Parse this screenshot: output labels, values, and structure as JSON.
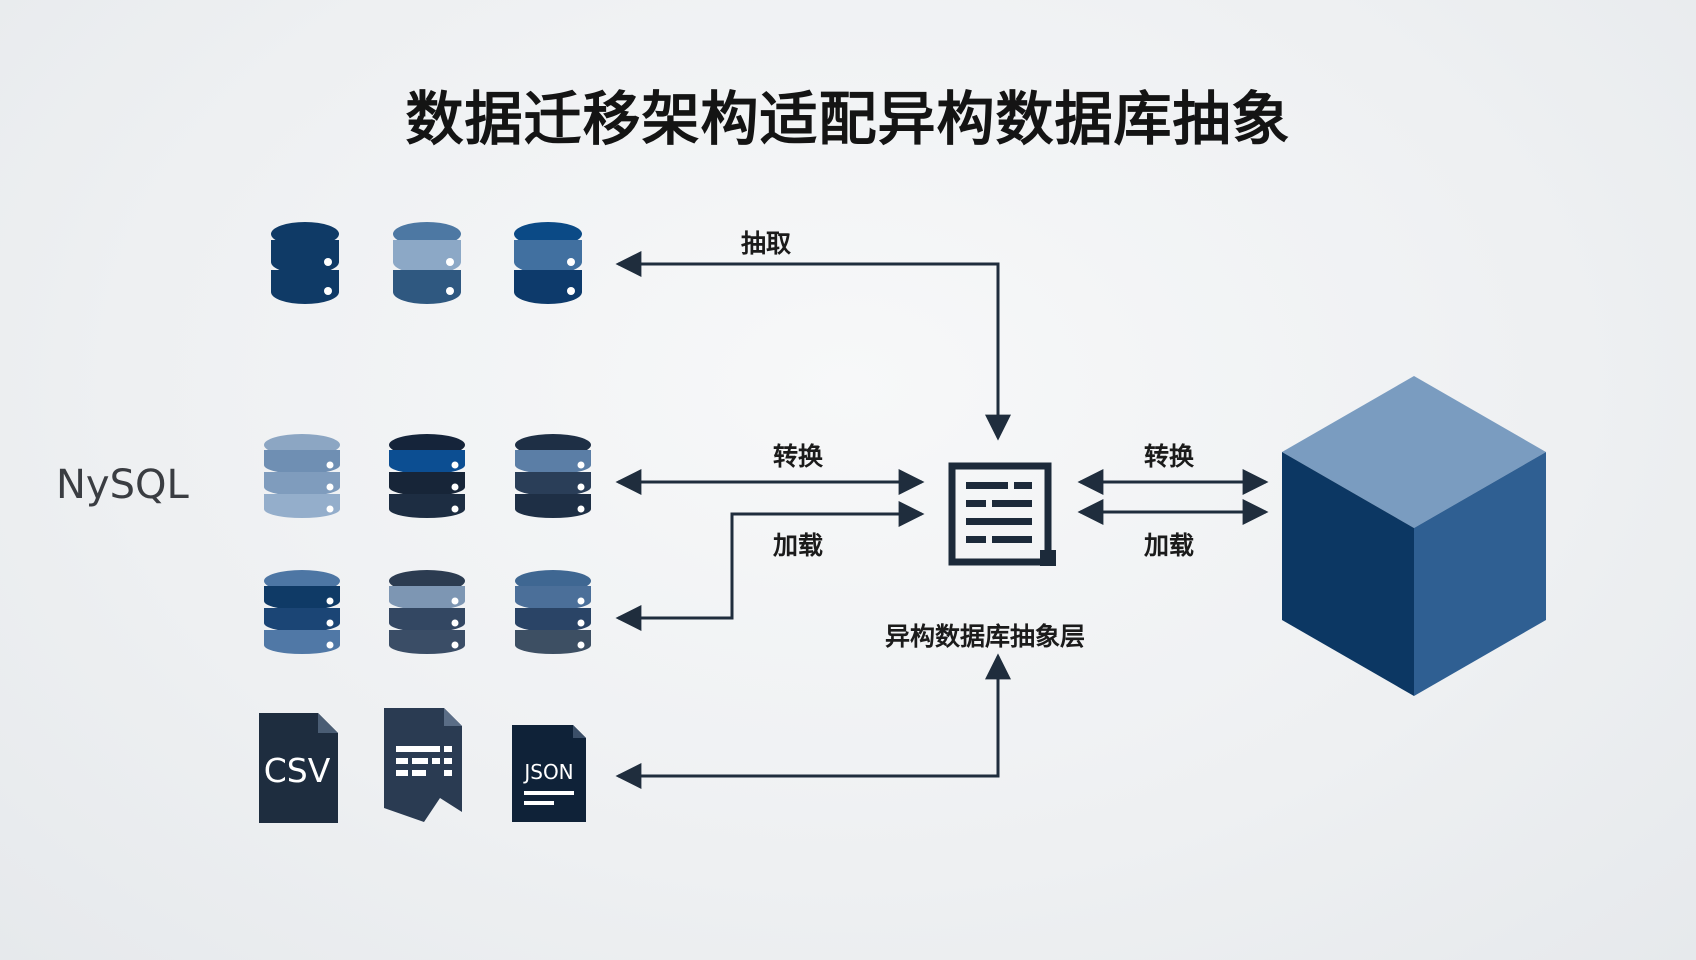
{
  "title": "数据迁移架构适配异构数据库抽象",
  "side_label": "NySQL",
  "edges": {
    "extract": "抽取",
    "transform_left": "转换",
    "load_left": "加载",
    "transform_right": "转换",
    "load_right": "加载"
  },
  "abstraction_layer": {
    "label": "异构数据库抽象层",
    "icon": "server-rack-icon"
  },
  "file_icons": {
    "csv": "CSV",
    "json": "JSON"
  },
  "target": {
    "icon": "cube-icon"
  },
  "colors": {
    "arrow": "#1f2d3d",
    "navy": "#0d3a6b",
    "dark": "#1c2a3a",
    "cube_top": "#7a9cc0",
    "cube_left": "#0c3763",
    "cube_right": "#2f5f92"
  }
}
